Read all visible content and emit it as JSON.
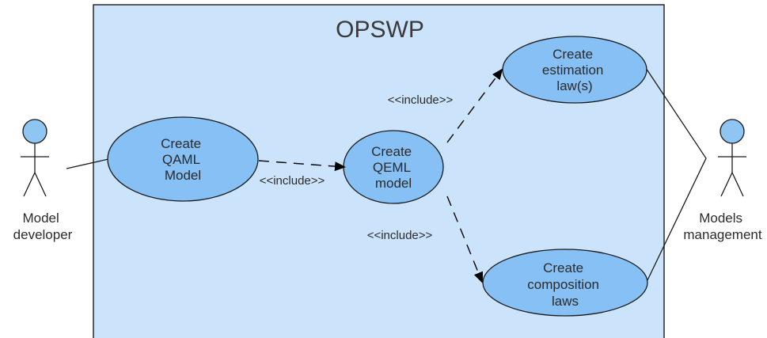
{
  "system": {
    "title": "OPSWP",
    "fill_color": "#cce4fb",
    "border_color": "#1a1a1a"
  },
  "actors": [
    {
      "id": "model-developer",
      "label_lines": [
        "Model",
        "developer"
      ]
    },
    {
      "id": "models-management",
      "label_lines": [
        "Models",
        "management"
      ]
    }
  ],
  "use_cases": [
    {
      "id": "create-qaml-model",
      "label_lines": [
        "Create",
        "QAML",
        "Model"
      ]
    },
    {
      "id": "create-qeml-model",
      "label_lines": [
        "Create",
        "QEML",
        "model"
      ]
    },
    {
      "id": "create-estimation-laws",
      "label_lines": [
        "Create",
        "estimation",
        "law(s)"
      ]
    },
    {
      "id": "create-composition-laws",
      "label_lines": [
        "Create",
        "composition",
        "laws"
      ]
    }
  ],
  "include_relations": [
    {
      "from": "create-qaml-model",
      "to": "create-qeml-model",
      "label": "<<include>>"
    },
    {
      "from": "create-qeml-model",
      "to": "create-estimation-laws",
      "label": "<<include>>"
    },
    {
      "from": "create-qeml-model",
      "to": "create-composition-laws",
      "label": "<<include>>"
    }
  ],
  "colors": {
    "use_case_fill": "#86c0f4",
    "use_case_stroke": "#1a1a1a",
    "actor_head_fill": "#8ec5f3",
    "line_color": "#1a1a1a"
  }
}
